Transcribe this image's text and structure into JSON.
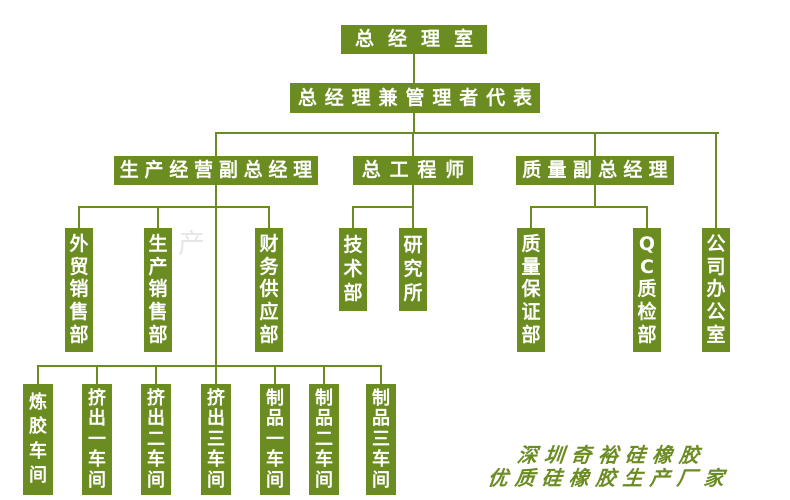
{
  "colors": {
    "node_green": "#6b8c21",
    "line_green": "#6b8c21",
    "text_white": "#ffffff",
    "watermark_gray": "#dcdcdc"
  },
  "nodes": {
    "gm_office": "总经理室",
    "gm_rep": "总经理兼管理者代表",
    "prod_vp": "生产经营副总经理",
    "chief_engineer": "总工程师",
    "quality_vp": "质量副总经理",
    "foreign_trade_sales": "外贸销售部",
    "production_sales": "生产销售部",
    "finance_supply": "财务供应部",
    "tech_dept": "技术部",
    "research_institute": "研究所",
    "qa_dept": "质量保证部",
    "qc_inspection_dept": "QC质检部",
    "company_office": "公司办公室",
    "workshops": [
      "炼胶车间",
      "挤出一车间",
      "挤出二车间",
      "挤出三车间",
      "制品一车间",
      "制品二车间",
      "制品三车间"
    ]
  },
  "watermark": "产",
  "footer": {
    "line1": "深圳奇裕硅橡胶",
    "line2": "优质硅橡胶生产厂家"
  }
}
